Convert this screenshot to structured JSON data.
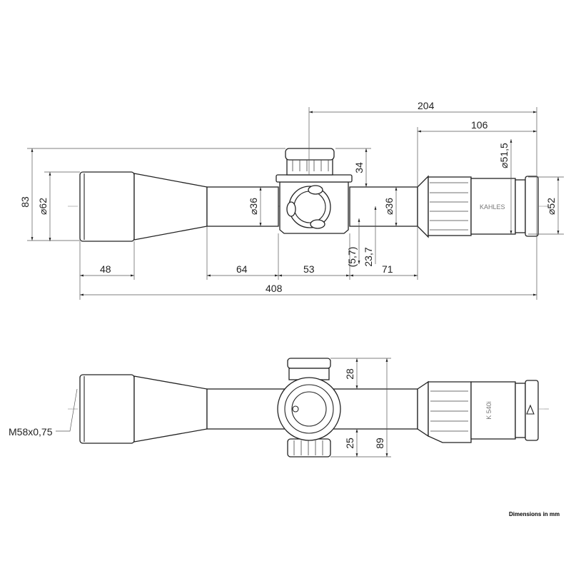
{
  "drawing": {
    "brand_mark": "KAHLES",
    "model_mark": "K 540i",
    "units_note": "Dimensions in mm",
    "side_view": {
      "dims": {
        "overall_204": "204",
        "eyepiece_106": "106",
        "height_83": "83",
        "dia_objective": "62",
        "objective_len": "48",
        "tube_front_len": "64",
        "saddle_len": "53",
        "offset_5_7": "(5,7)",
        "offset_23_7": "23,7",
        "tube_rear_len": "71",
        "total_len": "408",
        "turret_height": "34",
        "dia_tube_front": "36",
        "dia_tube_rear": "36",
        "dia_ocular": "51,5",
        "dia_eyepiece": "52"
      }
    },
    "top_view": {
      "dims": {
        "turret_top": "28",
        "turret_bottom": "25",
        "turret_span": "89",
        "thread": "M58x0,75"
      }
    }
  }
}
